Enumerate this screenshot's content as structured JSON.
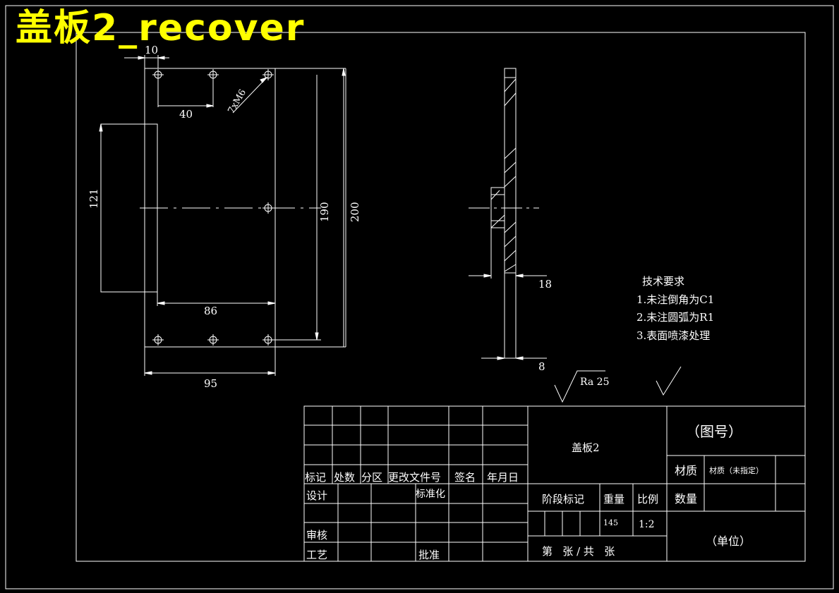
{
  "overlay_title": "盖板2_recover",
  "colors": {
    "background": "#000000",
    "lines": "#ffffff",
    "overlay": "#ffff00"
  },
  "front_view": {
    "dims": {
      "d10": "10",
      "d40": "40",
      "thread": "7xM6",
      "d121": "121",
      "d190": "190",
      "d200": "200",
      "d86": "86",
      "d95": "95"
    }
  },
  "side_view": {
    "dims": {
      "d18": "18",
      "d8": "8"
    }
  },
  "roughness": "Ra  25",
  "tech_req": {
    "heading": "技术要求",
    "items": [
      "1.未注倒角为C1",
      "2.未注圆弧为R1",
      "3.表面喷漆处理"
    ]
  },
  "title_block": {
    "headers": [
      "标记",
      "处数",
      "分区",
      "更改文件号",
      "签名",
      "年月日"
    ],
    "design": "设计",
    "standardize": "标准化",
    "review": "审核",
    "process": "工艺",
    "approve": "批准",
    "part_name": "盖板2",
    "drawing_no": "（图号）",
    "material_label": "材质",
    "material_value": "材质（未指定）",
    "stage_mark": "阶段标记",
    "weight_label": "重量",
    "scale_label": "比例",
    "quantity_label": "数量",
    "weight_value": "145",
    "scale_value": "1:2",
    "sheet": "第   张 / 共   张",
    "unit": "（单位）"
  }
}
